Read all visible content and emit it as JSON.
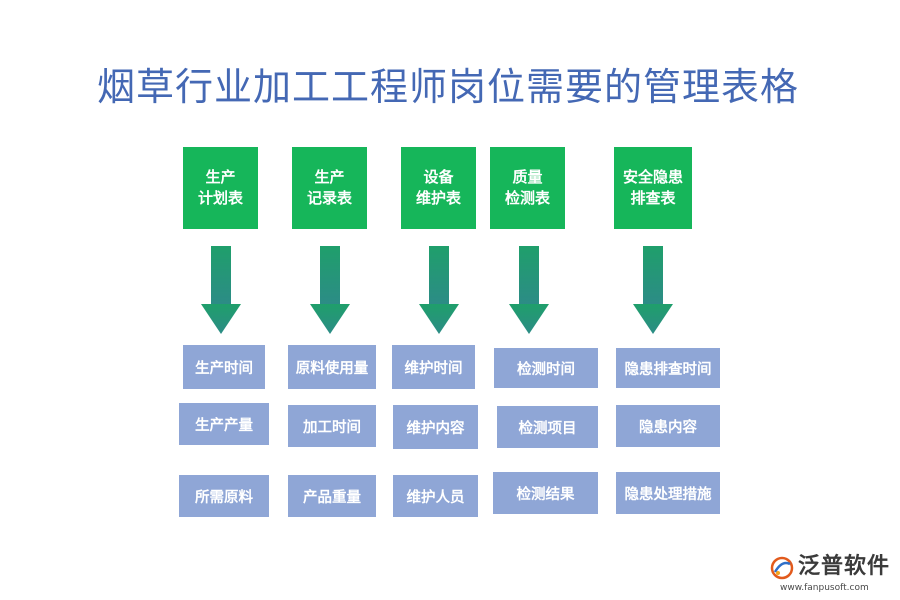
{
  "title": "烟草行业加工工程师岗位需要的管理表格",
  "columns": [
    {
      "header": "生产\n计划表",
      "items": [
        "生产时间",
        "生产产量",
        "所需原料"
      ]
    },
    {
      "header": "生产\n记录表",
      "items": [
        "原料使用量",
        "加工时间",
        "产品重量"
      ]
    },
    {
      "header": "设备\n维护表",
      "items": [
        "维护时间",
        "维护内容",
        "维护人员"
      ]
    },
    {
      "header": "质量\n检测表",
      "items": [
        "检测时间",
        "检测项目",
        "检测结果"
      ]
    },
    {
      "header": "安全隐患\n排查表",
      "items": [
        "隐患排查时间",
        "隐患内容",
        "隐患处理措施"
      ]
    }
  ],
  "brand": {
    "name": "泛普软件",
    "url": "www.fanpusoft.com"
  },
  "colors": {
    "title": "#4468b4",
    "header_fill": "#16b65a",
    "arrow_top": "#1f9f6b",
    "arrow_bottom": "#2c8c86",
    "cell_fill": "#8fa6d6",
    "cell_text": "#ffffff"
  }
}
